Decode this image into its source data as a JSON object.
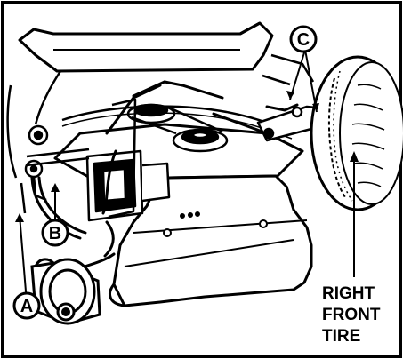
{
  "callouts": {
    "a": "A",
    "b": "B",
    "c": "C"
  },
  "tire_label": {
    "line1": "RIGHT",
    "line2": "FRONT",
    "line3": "TIRE"
  },
  "colors": {
    "ink": "#000000",
    "paper": "#ffffff"
  }
}
